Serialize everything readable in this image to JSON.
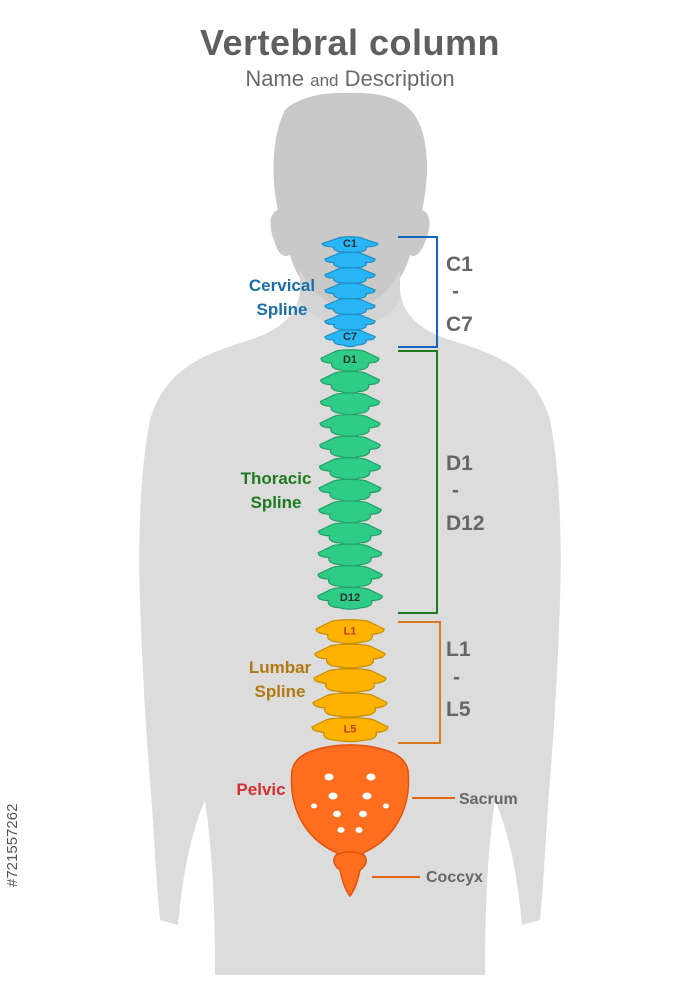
{
  "title": "Vertebral column",
  "subtitle": {
    "part1": "Name",
    "part2": "and",
    "part3": "Description"
  },
  "colors": {
    "body": "#dcdcdc",
    "head": "#c9c9c9",
    "cervical": "#29b6f6",
    "cervical_label": "#1a6fa8",
    "thoracic": "#2ecc86",
    "thoracic_label": "#1f7a1f",
    "lumbar": "#ffb300",
    "lumbar_label": "#b07a12",
    "pelvic": "#ff6d1f",
    "pelvic_label": "#d32f2f",
    "range_text": "#666666"
  },
  "regions": {
    "cervical": {
      "label_line1": "Cervical",
      "label_line2": "Spline",
      "range_top": "C1",
      "range_dash": "-",
      "range_bottom": "C7",
      "first": "C1",
      "last": "C7",
      "count": 7
    },
    "thoracic": {
      "label_line1": "Thoracic",
      "label_line2": "Spline",
      "range_top": "D1",
      "range_dash": "-",
      "range_bottom": "D12",
      "first": "D1",
      "last": "D12",
      "count": 12
    },
    "lumbar": {
      "label_line1": "Lumbar",
      "label_line2": "Spline",
      "range_top": "L1",
      "range_dash": "-",
      "range_bottom": "L5",
      "first": "L1",
      "last": "L5",
      "count": 5
    },
    "pelvic": {
      "label": "Pelvic",
      "sacrum": "Sacrum",
      "coccyx": "Coccyx"
    }
  },
  "stock_id": "#721557262"
}
